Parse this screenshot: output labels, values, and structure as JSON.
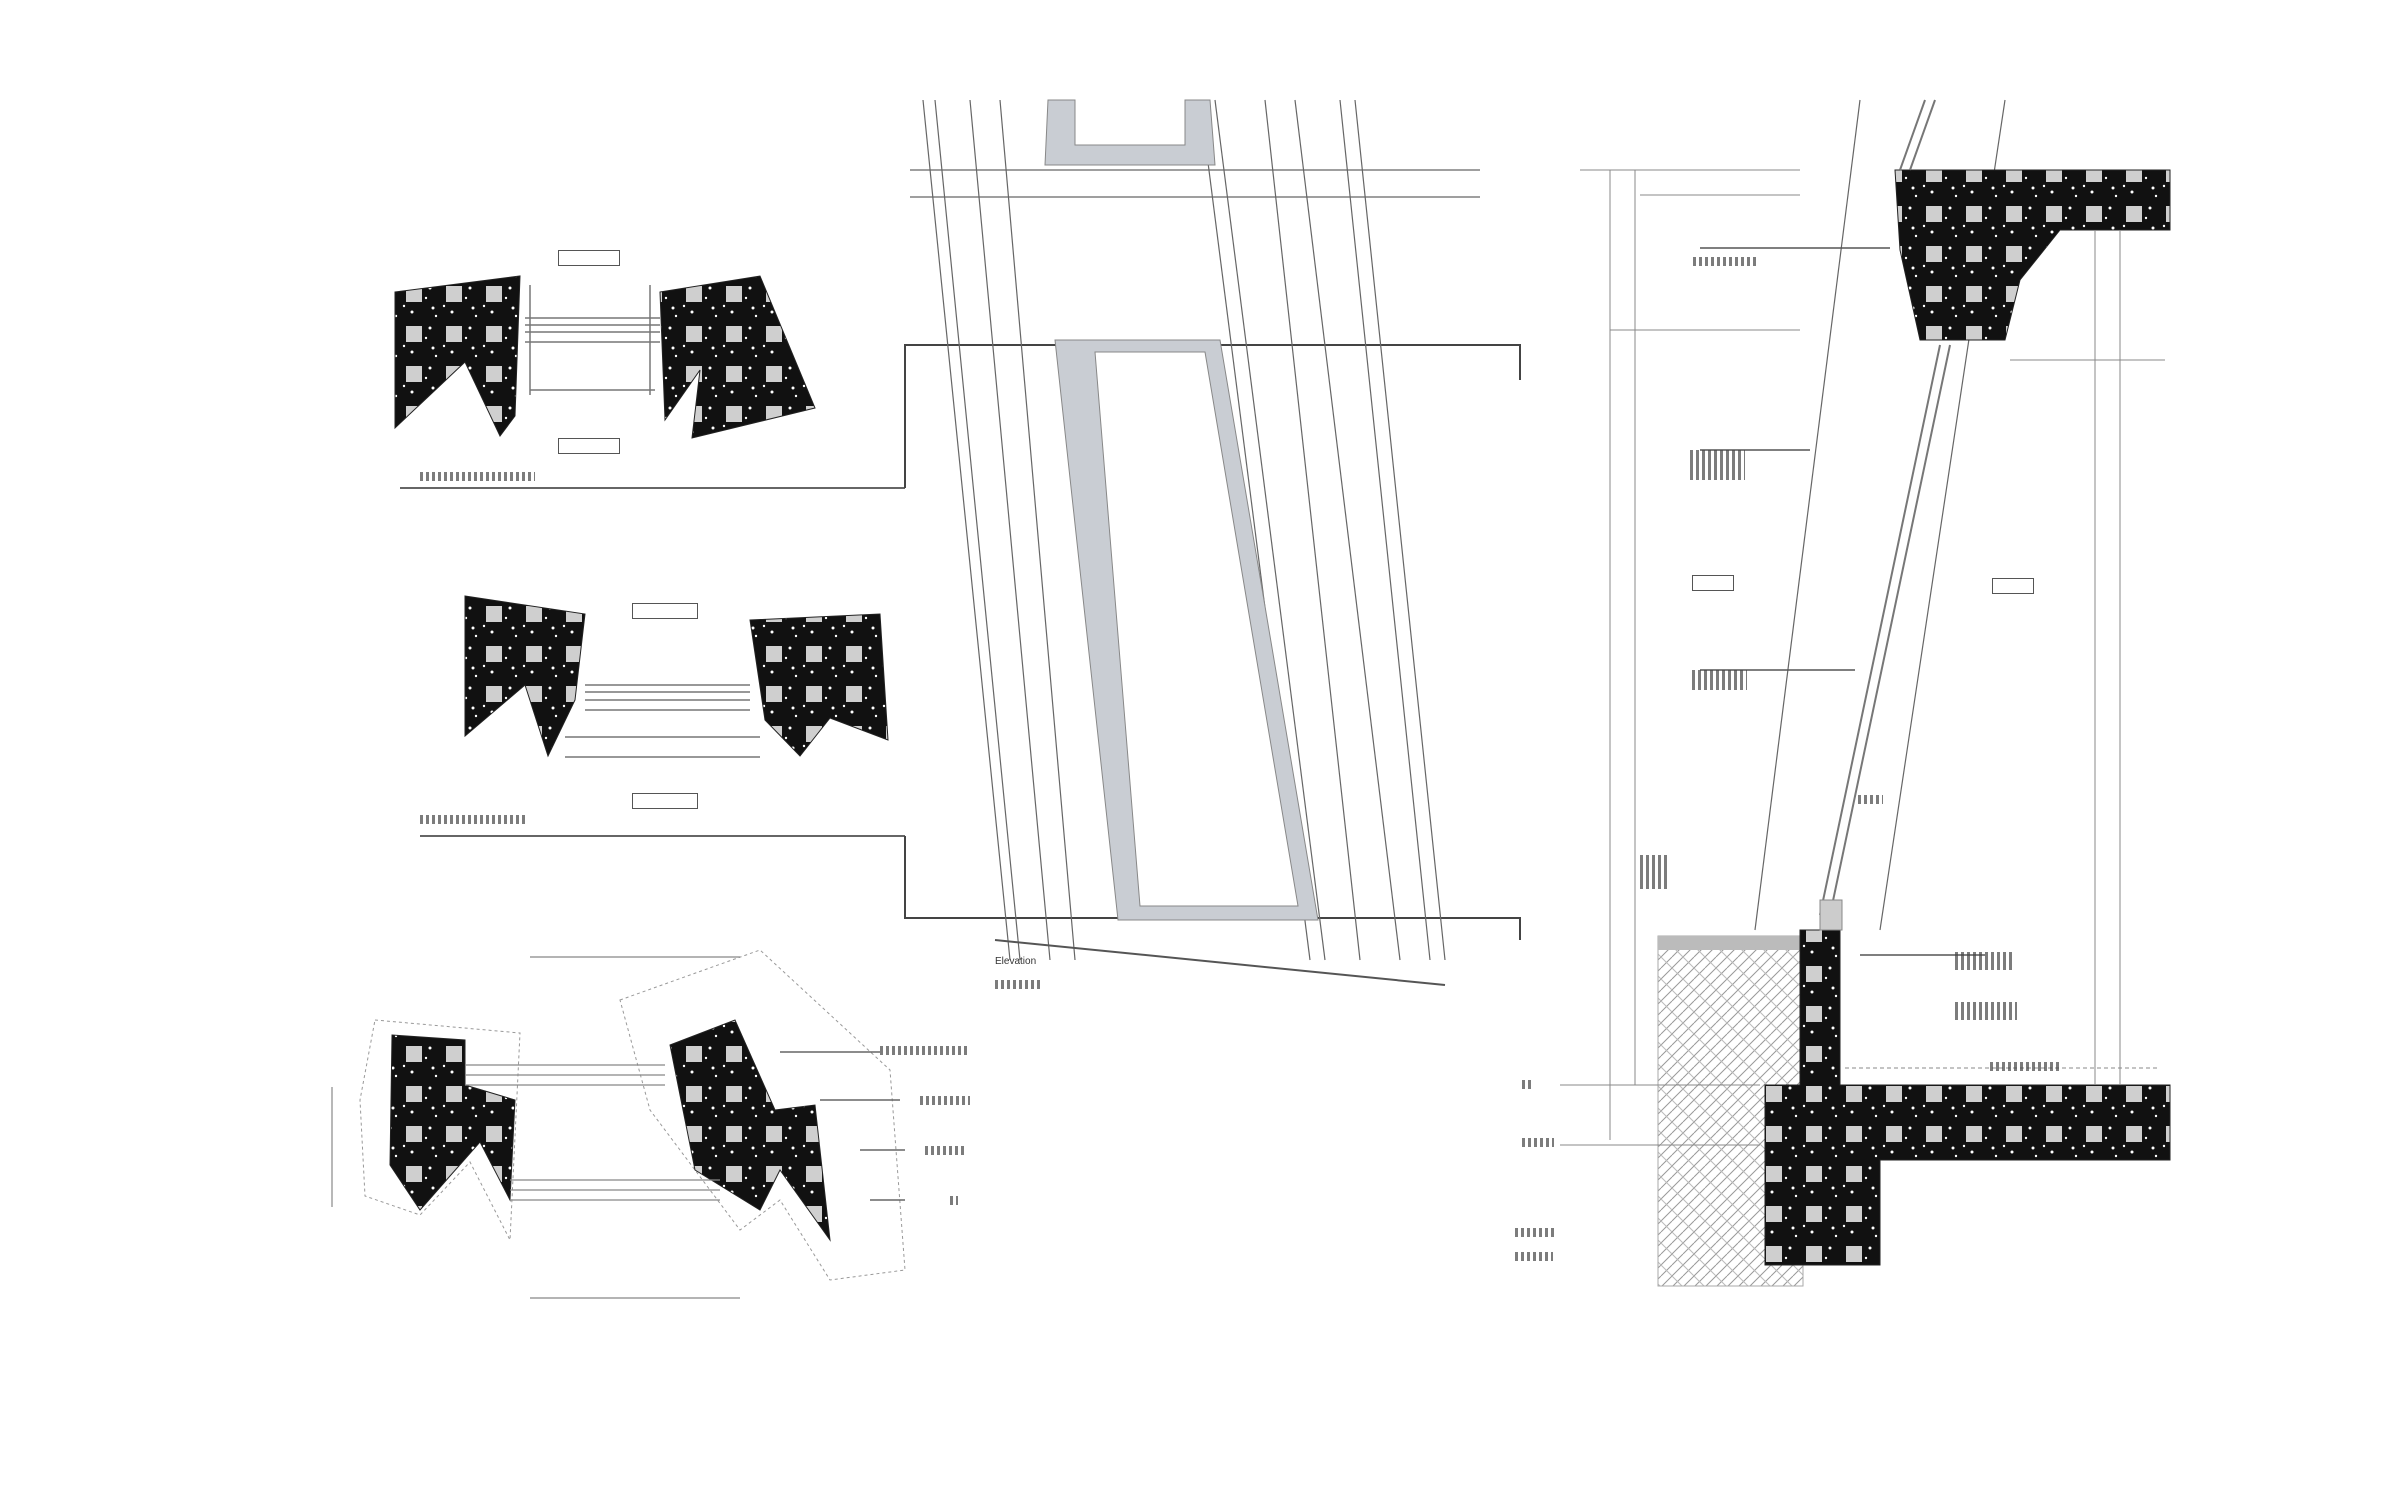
{
  "drawing": {
    "type": "architectural-detail-sheet",
    "note": "All annotation text in the source is pixelated/illegible; labels below are placeholders for unreadable text. 'Elevation' is inferred from layout, not read.",
    "colors": {
      "background": "#ffffff",
      "line": "#555555",
      "frame_fill": "#c9cdd3",
      "concrete_dark": "#111111",
      "concrete_light": "#cfcfcf",
      "soil_hatch": "#9a9a9a"
    },
    "plan_details": [
      {
        "id": "plan-1",
        "top_tag": "",
        "bottom_tag": "",
        "caption": ""
      },
      {
        "id": "plan-2",
        "top_tag": "",
        "bottom_tag": "",
        "caption": ""
      },
      {
        "id": "plan-3",
        "leaders": [
          "",
          "",
          "",
          ""
        ],
        "caption": ""
      }
    ],
    "elevation": {
      "caption_title": "Elevation",
      "caption_scale": ""
    },
    "section": {
      "top_leader": "",
      "leader_left_1": "",
      "leader_left_2": "",
      "tag_left": "",
      "tag_right": "",
      "glass_label": "",
      "sill_label": "",
      "leader_right_1": "",
      "leader_right_2": "",
      "floor_label": "",
      "level_top": "",
      "level_bottom": "",
      "caption_title": "",
      "caption_scale": ""
    }
  }
}
